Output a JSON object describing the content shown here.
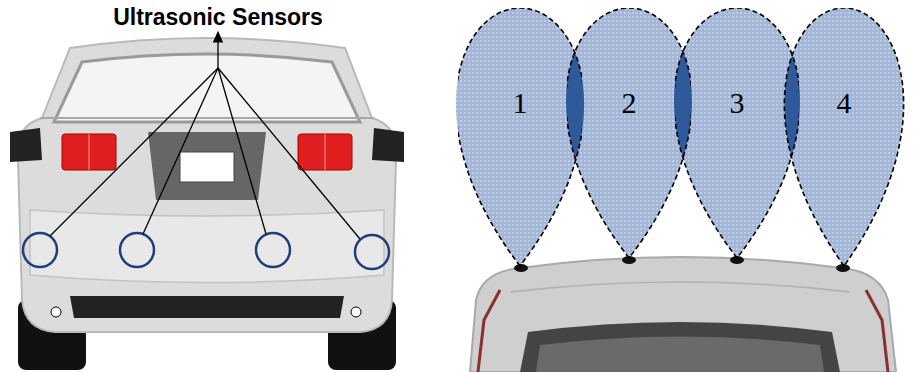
{
  "diagram": {
    "nodes": [
      {
        "text": [
          "1"
        ]
      },
      {
        "text": [
          "2"
        ]
      },
      {
        "text": [
          "3"
        ]
      },
      {
        "text": [
          "4"
        ]
      }
    ],
    "labels": [
      "Ultrasonic Sensors"
    ]
  }
}
